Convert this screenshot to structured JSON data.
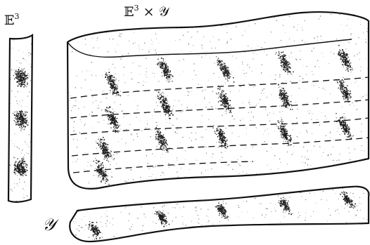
{
  "labels": {
    "euclidean_base": "𝔼",
    "euclidean_exp": "3",
    "product_base": "𝔼",
    "product_exp": "3",
    "product_rest": " × 𝒴",
    "y_space": "𝒴"
  },
  "colors": {
    "ink": "#111111",
    "stipple": "#1e1e1e",
    "background": "#ffffff"
  }
}
